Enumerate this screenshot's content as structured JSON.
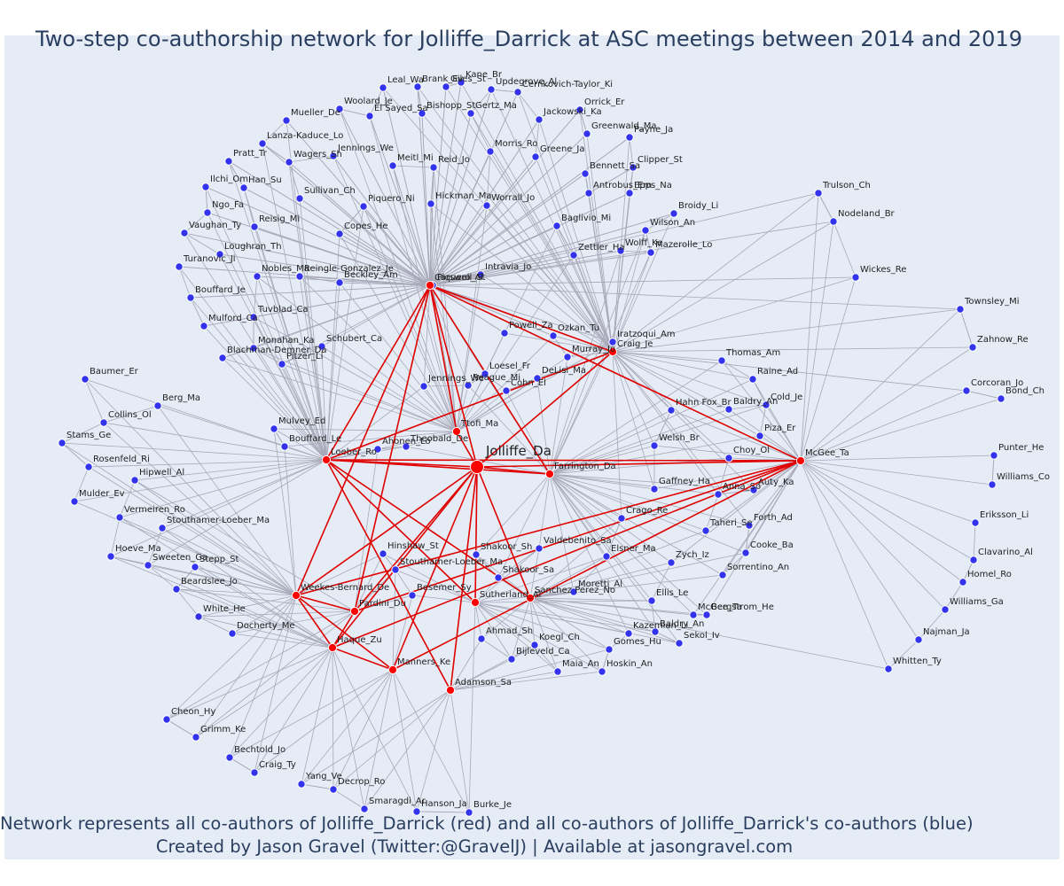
{
  "title": "Two-step co-authorship network for Jolliffe_Darrick at ASC meetings between 2014 and 2019",
  "caption_line1": "Network represents all co-authors of Jolliffe_Darrick (red) and all co-authors of Jolliffe_Darrick's co-authors (blue)",
  "caption_line2": "Created by Jason Gravel (Twitter:@GravelJ) | Available at jasongravel.com",
  "colors": {
    "background": "#e5ecf6",
    "first_step_node": "#ff0000",
    "second_step_node": "#3333ee",
    "first_step_edge": "#e00000",
    "second_step_edge": "#a8a8b8",
    "text": "#2a3f5f"
  },
  "focal": {
    "label": "Jolliffe_Da"
  },
  "red_nodes": [
    "Carswell_St",
    "Craig_Je",
    "Ttofi_Ma",
    "Loeber_Ro",
    "Farrington_Da",
    "McGee_Ta",
    "Weekes-Bernard_De",
    "Pardini_Du",
    "Haque_Zu",
    "Manners_Ke",
    "Adamson_Sa",
    "Sutherland_Al",
    "Sanchez Perez_No"
  ],
  "labels": [
    "Brank_Ev",
    "Giles_St",
    "Kane_Br",
    "Updegrove_Al",
    "Cernkovich-Taylor_Ki",
    "Leal_Wa",
    "Woolard_Je",
    "El Sayed_Sa",
    "Bishopp_St",
    "Gertz_Ma",
    "Orrick_Er",
    "Mueller_De",
    "Jackowski_Ka",
    "Greenwald_Ma",
    "Payne_Ja",
    "Lanza-Kaduce_Lo",
    "Jennings_We",
    "Meitl_Mi",
    "Reid_Jo",
    "Morris_Ro",
    "Greene_Ja",
    "Clipper_St",
    "Pratt_Tr",
    "Wagers_Sh",
    "Bennett_Sa",
    "Ilchi_Om",
    "Han_Su",
    "Antrobus_Em",
    "Epps_Na",
    "Sullivan_Ch",
    "Hickman_Ma",
    "Worrall_Jo",
    "Piquero_Ni",
    "Ngo_Fa",
    "Reisig_Mi",
    "Baglivio_Mi",
    "Broidy_Li",
    "Trulson_Ch",
    "Vaughan_Ty",
    "Copes_He",
    "Wilson_An",
    "Nodeland_Br",
    "Zettler_Ha",
    "Wolff_Ke",
    "Mazerolle_Lo",
    "Loughran_Th",
    "Turanovic_Ji",
    "Intravia_Jo",
    "Nobles_Ma",
    "Reingle-Gonzalez_Je",
    "Beckley_Am",
    "Piquero_Al",
    "Wickes_Re",
    "Bouffard_Je",
    "Tuvblad_Ca",
    "Townsley_Mi",
    "Mulford_Ca",
    "Powell_Za",
    "Ozkan_Tu",
    "Iratzoqui_Am",
    "Monahan_Ka",
    "Schubert_Ca",
    "Murray_Jo",
    "Zahnow_Re",
    "Blachman-Demner_Da",
    "Pitzer_Li",
    "Thomas_Am",
    "Loesel_Fr",
    "DeLisi_Ma",
    "Raine_Ad",
    "Baumer_Er",
    "Jennings_We",
    "Reague_Mi",
    "Cohn_El",
    "Corcoran_Jo",
    "Bond_Ch",
    "Berg_Ma",
    "Cold_Je",
    "Hahn Fox_Br",
    "Baldry_An",
    "Collins_Ol",
    "Mulvey_Ed",
    "Piza_Er",
    "Stams_Ge",
    "Bouffard_Le",
    "Theobald_De",
    "Welsh_Br",
    "Punter_He",
    "Ahonen_Lo",
    "Rosenfeld_Ri",
    "Choy_Ol",
    "Williams_Co",
    "Hipwell_Al",
    "Auty_Ka",
    "Anna_So",
    "Gaffney_Ha",
    "Mulder_Ev",
    "Vermeiren_Ro",
    "Crago_Re",
    "Forth_Ad",
    "Taheri_Se",
    "Eriksson_Li",
    "Stouthamer-Loeber_Ma",
    "Hoeve_Ma",
    "Valdebenito_Sa",
    "Cooke_Ba",
    "Clavarino_Al",
    "Hinshaw_St",
    "Elsner_Ma",
    "Zych_Iz",
    "Sweeten_Ga",
    "Stepp_St",
    "Shakoor_Sh",
    "Shakoor_Sa",
    "Stouthamer-Loeber_Ma",
    "Sorrentino_An",
    "Homel_Ro",
    "Beardslee_Jo",
    "Moretti_Al",
    "Besemer_Sy",
    "Ellis_Le",
    "McGee_Ta",
    "Williams_Ga",
    "White_He",
    "Bergstrom_He",
    "Docherty_Me",
    "Baldry_An",
    "Ahmad_Sh",
    "Kazemian_Li",
    "Sekol_Iv",
    "Najman_Ja",
    "Koegl_Ch",
    "Gomes_Hu",
    "Bijleveld_Ca",
    "Whitten_Ty",
    "Maia_An",
    "Hoskin_An",
    "Cheon_Hy",
    "Grimm_Ke",
    "Bechtold_Jo",
    "Craig_Ty",
    "Yang_Ve",
    "Decrop_Ro",
    "Smaragdi_Ar",
    "Hanson_Ja",
    "Burke_Je",
    "Carswell_St",
    "Craig_Je",
    "Ttofi_Ma",
    "Loeber_Ro",
    "Farrington_Da",
    "McGee_Ta",
    "Weekes-Bernard_De",
    "Pardini_Du",
    "Haque_Zu",
    "Manners_Ke",
    "Adamson_Sa",
    "Sutherland_Al",
    "Sanchez Perez_No"
  ]
}
